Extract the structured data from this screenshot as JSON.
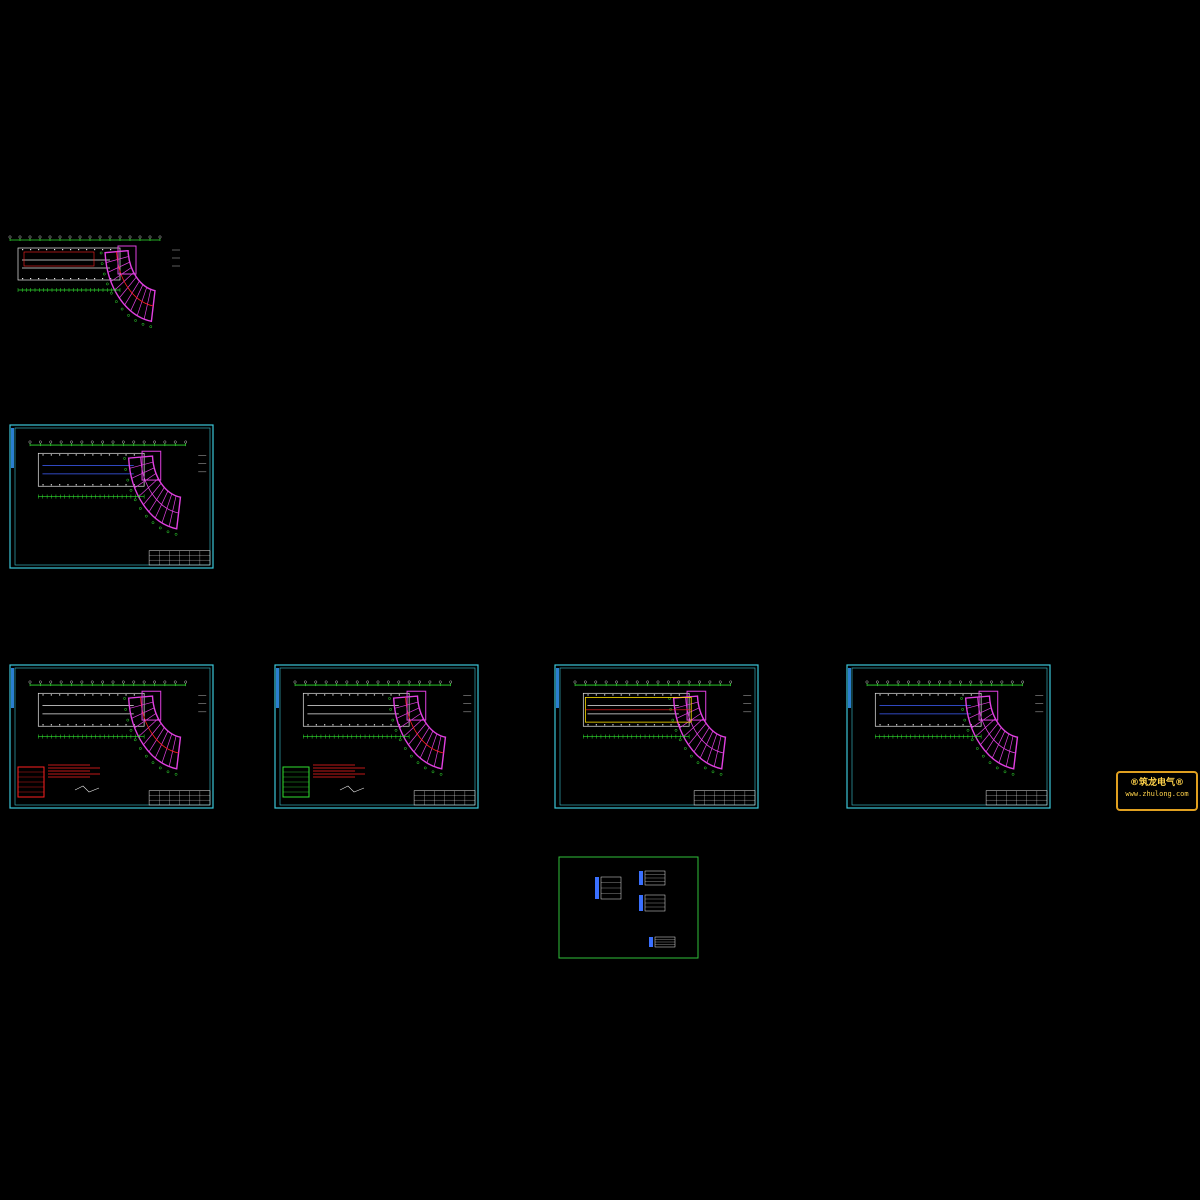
{
  "app": {
    "view": "CAD model space"
  },
  "sheets": [
    {
      "id": "sheet-1",
      "kind": "floor-plan-unframed",
      "framed": false
    },
    {
      "id": "sheet-2",
      "kind": "floor-plan",
      "framed": true,
      "frame_color": "#3bc6d8"
    },
    {
      "id": "sheet-3",
      "kind": "floor-plan-with-legend",
      "framed": true,
      "frame_color": "#3bc6d8",
      "legend": "red"
    },
    {
      "id": "sheet-4",
      "kind": "floor-plan-with-legend",
      "framed": true,
      "frame_color": "#3bc6d8",
      "legend": "green"
    },
    {
      "id": "sheet-5",
      "kind": "floor-plan-wiring",
      "framed": true,
      "frame_color": "#3bc6d8"
    },
    {
      "id": "sheet-6",
      "kind": "floor-plan",
      "framed": true,
      "frame_color": "#3bc6d8"
    },
    {
      "id": "sheet-7",
      "kind": "detail-sheet",
      "framed": true,
      "frame_color": "#2fbf3a"
    }
  ],
  "watermark": {
    "line1": "®筑龙电气®",
    "line2": "www.zhulong.com",
    "border_color": "#e0a020",
    "text_color": "#ffd24a"
  },
  "colors": {
    "background": "#000000",
    "frame_cyan": "#3bc6d8",
    "frame_green": "#2fbf3a",
    "plan_magenta": "#e040e0",
    "plan_green": "#30e030",
    "plan_white": "#e8e8e8",
    "plan_red": "#ff2020",
    "plan_yellow": "#ffe000",
    "plan_blue": "#4060ff"
  }
}
